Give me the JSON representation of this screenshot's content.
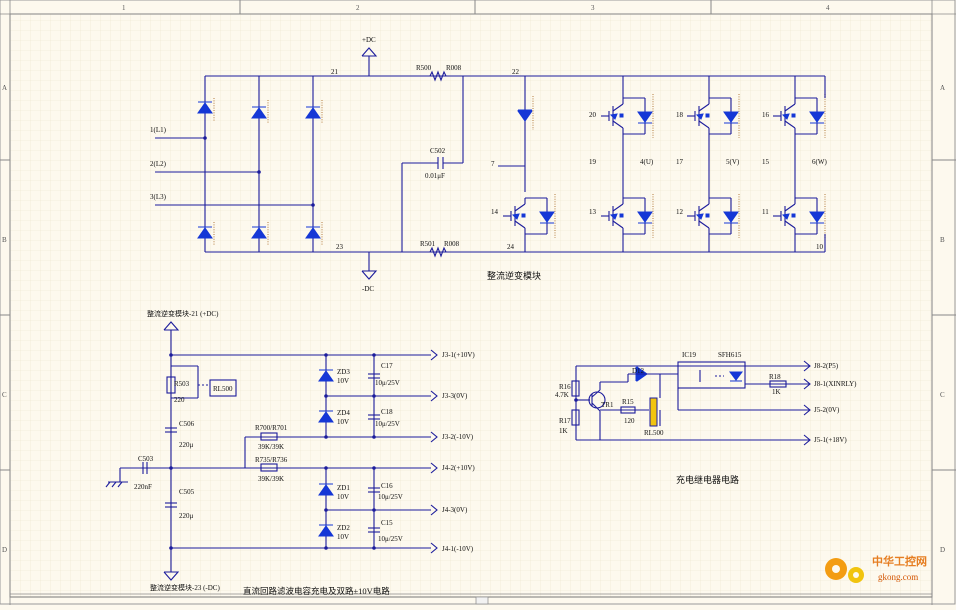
{
  "frame": {
    "columns": [
      "1",
      "2",
      "3",
      "4"
    ],
    "rows": [
      "A",
      "B",
      "C",
      "D"
    ]
  },
  "inverter": {
    "title": "整流逆变模块",
    "bus_top": "+DC",
    "bus_bottom": "-DC",
    "inputs": [
      "1(L1)",
      "2(L2)",
      "3(L3)"
    ],
    "nodes": {
      "n21": "21",
      "n22": "22",
      "n23": "23",
      "n24": "24",
      "n7": "7",
      "n10": "10"
    },
    "r500": "R500",
    "r008a": "R008",
    "r501": "R501",
    "r008b": "R008",
    "c502": "C502",
    "c502_val": "0.01μF",
    "upper_switches": [
      "20",
      "18",
      "16"
    ],
    "lower_switches": [
      "14",
      "13",
      "12",
      "11"
    ],
    "mid_nodes": [
      "19",
      "17",
      "15"
    ],
    "outputs": [
      "4(U)",
      "5(V)",
      "6(W)"
    ]
  },
  "power": {
    "title": "直流回路滤波电容充电及双路±10V电路",
    "top_label": "整流逆变模块-21 (+DC)",
    "bottom_label": "整流逆变模块-23 (-DC)",
    "r503": "R503",
    "r503_val": "220",
    "relay": "RL500",
    "c506": "C506",
    "c506_val": "220μ",
    "c503": "C503",
    "c503_val": "220nF",
    "c505": "C505",
    "c505_val": "220μ",
    "r700": "R700/R701",
    "r700_val": "39K/39K",
    "r735": "R735/R736",
    "r735_val": "39K/39K",
    "zeners": [
      {
        "ref": "ZD3",
        "val": "10V"
      },
      {
        "ref": "ZD4",
        "val": "10V"
      },
      {
        "ref": "ZD1",
        "val": "10V"
      },
      {
        "ref": "ZD2",
        "val": "10V"
      }
    ],
    "caps": [
      {
        "ref": "C17",
        "val": "10μ/25V"
      },
      {
        "ref": "C18",
        "val": "10μ/25V"
      },
      {
        "ref": "C16",
        "val": "10μ/25V"
      },
      {
        "ref": "C15",
        "val": "10μ/25V"
      }
    ],
    "terminals": [
      "J3-1(+10V)",
      "J3-3(0V)",
      "J3-2(-10V)",
      "J4-2(+10V)",
      "J4-3(0V)",
      "J4-1(-10V)"
    ]
  },
  "relay": {
    "title": "充电继电器电路",
    "ic": "IC19",
    "opto": "SFH615",
    "d12": "D12",
    "r16": "R16",
    "r16_val": "4.7K",
    "r17": "R17",
    "r17_val": "1K",
    "tr1": "TR1",
    "r15": "R15",
    "r15_val": "120",
    "coil": "RL500",
    "r18": "R18",
    "r18_val": "1K",
    "terminals": [
      "J8-2(P5)",
      "J8-1(XINRLY)",
      "J5-2(0V)",
      "J5-1(+18V)"
    ]
  },
  "watermark": {
    "brand": "中华工控网",
    "site": "gkong.com"
  }
}
